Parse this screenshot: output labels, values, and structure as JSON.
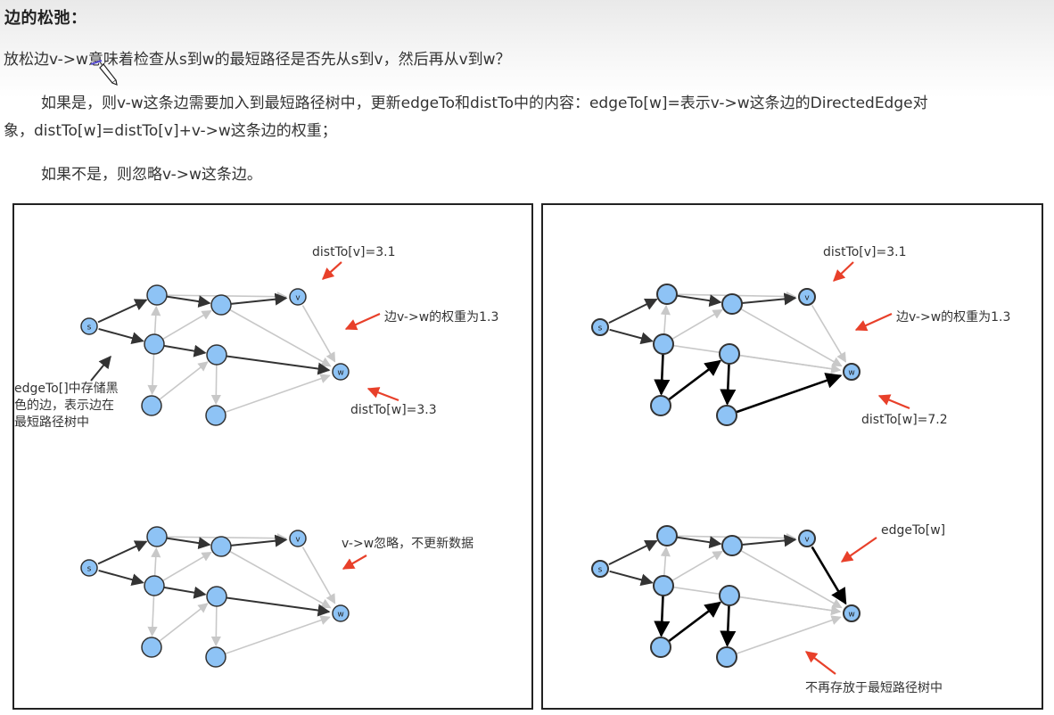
{
  "section_heading": "边的松弛：",
  "paragraphs": {
    "p1": "放松边v->w意味着检查从s到w的最短路径是否先从s到v，然后再从v到w？",
    "p2_line1": "如果是，则v-w这条边需要加入到最短路径树中，更新edgeTo和distTo中的内容：edgeTo[w]=表示v->w这条边的DirectedEdge对",
    "p2_line2": "象，distTo[w]=distTo[v]+v->w这条边的权重；",
    "p3": "如果不是，则忽略v->w这条边。"
  },
  "figure": {
    "node_labels": {
      "s": "s",
      "v": "v",
      "w": "w"
    },
    "colors": {
      "node_fill": "#8ec3f5",
      "node_stroke": "#333333",
      "tree_edge": "#333333",
      "tree_edge_new": "#000000",
      "gray_edge": "#c8c8c8",
      "annotation_arrow": "#e8402a"
    },
    "panel_top_left": {
      "dist_v": "distTo[v]=3.1",
      "weight": "边v->w的权重为1.3",
      "dist_w": "distTo[w]=3.3",
      "edge_note": [
        "edgeTo[]中存储黑",
        "色的边，表示边在",
        "最短路径树中"
      ]
    },
    "panel_bottom_left": {
      "ignore_note": "v->w忽略，不更新数据"
    },
    "panel_top_right": {
      "dist_v": "distTo[v]=3.1",
      "weight": "边v->w的权重为1.3",
      "dist_w": "distTo[w]=7.2"
    },
    "panel_bottom_right": {
      "edge_to": "edgeTo[w]",
      "removed_note": "不再存放于最短路径树中"
    }
  }
}
